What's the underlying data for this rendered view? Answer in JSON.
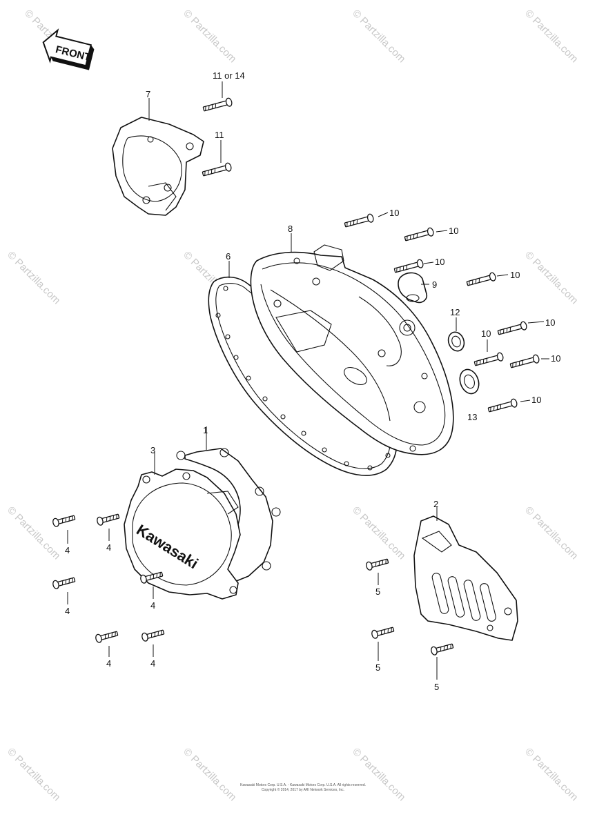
{
  "front_tag": "FRONT",
  "brand_text": "Kawasaki",
  "watermark_text": "© Partzilla.com",
  "footer": {
    "line1": "Kawasaki Motors Corp. U.S.A. - Kawasaki Motors Corp. U.S.A. All rights reserved.",
    "line2": "Copyright © 2014, 2017 by ARI Network Services, Inc."
  },
  "callouts": [
    {
      "id": "c1",
      "text": "1"
    },
    {
      "id": "c2",
      "text": "2"
    },
    {
      "id": "c3",
      "text": "3"
    },
    {
      "id": "c4a",
      "text": "4"
    },
    {
      "id": "c4b",
      "text": "4"
    },
    {
      "id": "c4c",
      "text": "4"
    },
    {
      "id": "c4d",
      "text": "4"
    },
    {
      "id": "c4e",
      "text": "4"
    },
    {
      "id": "c4f",
      "text": "4"
    },
    {
      "id": "c5a",
      "text": "5"
    },
    {
      "id": "c5b",
      "text": "5"
    },
    {
      "id": "c5c",
      "text": "5"
    },
    {
      "id": "c6",
      "text": "6"
    },
    {
      "id": "c7",
      "text": "7"
    },
    {
      "id": "c8",
      "text": "8"
    },
    {
      "id": "c9",
      "text": "9"
    },
    {
      "id": "c10a",
      "text": "10"
    },
    {
      "id": "c10b",
      "text": "10"
    },
    {
      "id": "c10c",
      "text": "10"
    },
    {
      "id": "c10d",
      "text": "10"
    },
    {
      "id": "c10e",
      "text": "10"
    },
    {
      "id": "c10f",
      "text": "10"
    },
    {
      "id": "c10g",
      "text": "10"
    },
    {
      "id": "c10h",
      "text": "10"
    },
    {
      "id": "c11a",
      "text": "11 or 14"
    },
    {
      "id": "c11b",
      "text": "11"
    },
    {
      "id": "c12",
      "text": "12"
    },
    {
      "id": "c13",
      "text": "13"
    }
  ]
}
